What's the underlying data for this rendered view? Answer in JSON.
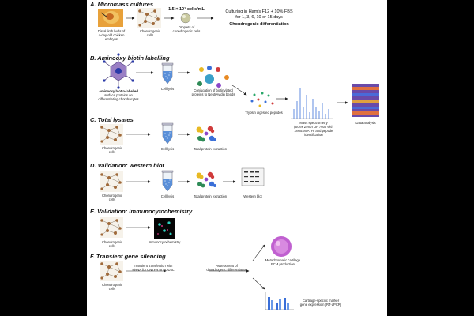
{
  "sections": {
    "a": "A. Micromass cultures",
    "b": "B. Aminooxy biotin labelling",
    "c": "C. Total lysates",
    "d": "D. Validation: western blot",
    "e": "E. Validation: immunocytochemistry",
    "f": "F. Transient gene silencing"
  },
  "labels": {
    "limb_buds": "Distal limb buds of\n4-day-old chicken\nembryos",
    "chondrogenic_cells": "Chondrogenic\ncells",
    "droplets": "Droplets of\nchondrogenic cells",
    "density": "1.5 × 10⁷ cells/mL",
    "culturing": "Culturing in Ham's F12 + 10% FBS\nfor 1, 3, 6, 10 or 15 days",
    "chondro_diff": "Chondrogenic differentiation",
    "aminooxy": "Aminooxy biotin-labelled",
    "aminooxy_sub": "surface proteins on\ndifferentiating chondrocytes",
    "cell_lysis": "Cell lysis",
    "conjugation": "Conjugation of biotinylated\nproteins to NeutrAvidin beads",
    "trypsin": "Trypsin digested peptides",
    "mass_spec": "Mass spectrometry\n(Sciex ZenoTOF 7600 with\nZenoSWATH) and peptide\nidentification",
    "data_analysis": "Data analysis",
    "total_protein": "Total protein extraction",
    "western_blot": "Western blot",
    "immunocyto": "Immunocytochemistry",
    "transfection": "Transient transfection with\nsiRNA for CNTFR or PODXL",
    "assessment": "Assessment of\nchondrogenic differentiation",
    "metachromatic": "Metachromatic cartilage\nECM production",
    "marker": "Cartilage-specific marker\ngene expression (RT-qPCR)"
  }
}
